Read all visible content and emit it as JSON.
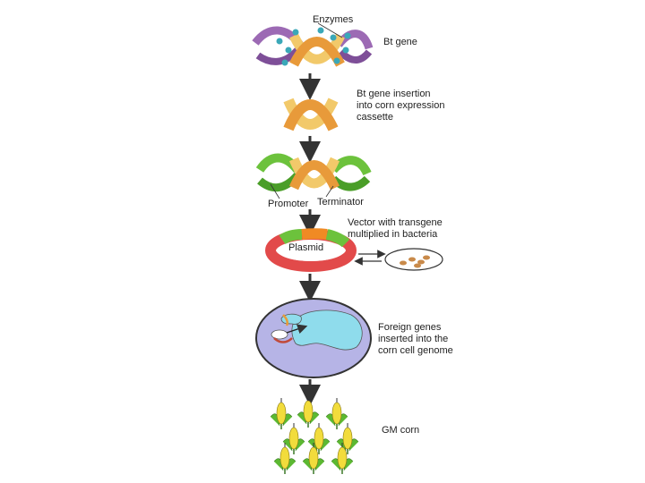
{
  "labels": {
    "enzymes": "Enzymes",
    "bt_gene": "Bt gene",
    "insertion": [
      "Bt gene insertion",
      "into corn expression",
      "cassette"
    ],
    "promoter": "Promoter",
    "terminator": "Terminator",
    "vector": [
      "Vector with transgene",
      "multiplied in bacteria"
    ],
    "plasmid": "Plasmid",
    "foreign_genes": [
      "Foreign genes",
      "inserted into the",
      "corn cell genome"
    ],
    "gm_corn": "GM corn"
  },
  "colors": {
    "gene_gold": "#f2c96a",
    "gene_orange": "#e89a3a",
    "flank_purple": "#9c6ab4",
    "promoter_green": "#6cc23c",
    "enzyme_teal": "#3aa8b8",
    "plasmid_red": "#e24a4a",
    "plasmid_orange": "#f08a24",
    "cell_lavender": "#b6b4e6",
    "nucleus_cyan": "#8fdcec",
    "corn_yellow": "#f2dc3c",
    "leaf_green": "#5cb832"
  }
}
